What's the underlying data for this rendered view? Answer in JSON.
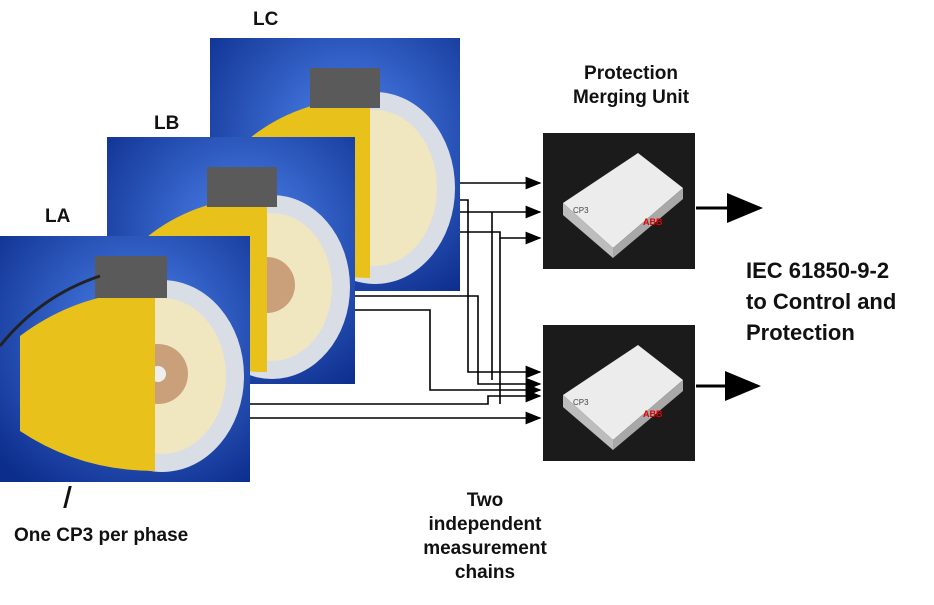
{
  "phases": {
    "lc": "LC",
    "lb": "LB",
    "la": "LA"
  },
  "merging_unit_title": [
    "Protection",
    "Merging Unit"
  ],
  "output_label": [
    "IEC 61850-9-2",
    "to Control and",
    "Protection"
  ],
  "per_phase_note": "One CP3 per phase",
  "chains_label": [
    "Two",
    "independent",
    "measurement",
    "chains"
  ],
  "device_brand": "ABB",
  "device_model": "CP3",
  "colors": {
    "sensor_bg": "#1f55c8",
    "sensor_body": "#e7c41a",
    "unit_bg": "#1b1b1b",
    "line": "#000000"
  }
}
